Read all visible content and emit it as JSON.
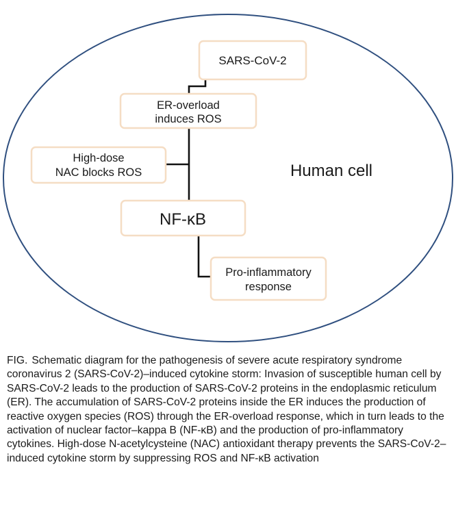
{
  "diagram": {
    "cell_label": "Human cell",
    "nodes": {
      "sars": "SARS-CoV-2",
      "er_line1": "ER-overload",
      "er_line2": "induces ROS",
      "nac_line1": "High-dose",
      "nac_line2": "NAC blocks ROS",
      "nfkb": "NF-κB",
      "pro_line1": "Pro-inflammatory",
      "pro_line2": "response"
    },
    "colors": {
      "cell_outline": "#2f4f7f",
      "box_border": "#f5ddc4",
      "connector": "#111111"
    }
  },
  "caption": {
    "label": "FIG.",
    "text": "Schematic diagram for the pathogenesis of severe acute respiratory syndrome coronavirus 2 (SARS-CoV-2)–induced cytokine storm: Invasion of susceptible human cell by SARS-CoV-2 leads to the production of SARS-CoV-2 proteins in the endoplasmic reticulum (ER). The accumulation of SARS-CoV-2 proteins inside the ER induces the production of reactive oxygen species (ROS) through the ER-overload response, which in turn leads to the activation of nuclear factor–kappa B (NF-κB) and the production of pro-inflammatory cytokines. High-dose N-acetylcysteine (NAC) antioxidant therapy prevents the SARS-CoV-2–induced cytokine storm by suppressing ROS and NF-κB activation"
  }
}
